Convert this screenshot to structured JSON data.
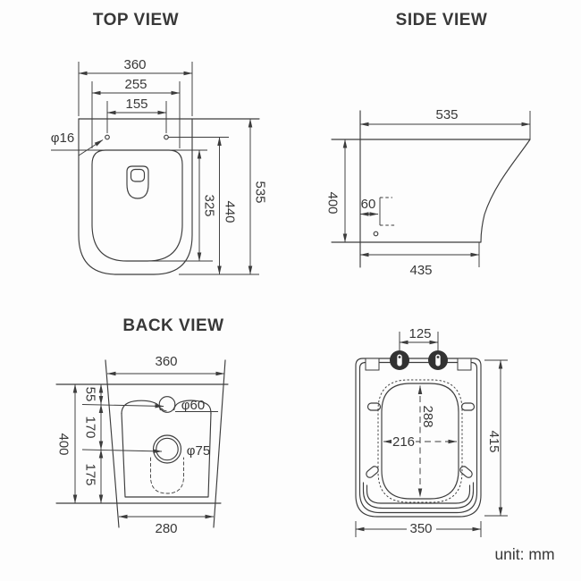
{
  "unit_label": "unit: mm",
  "top_view": {
    "title": "TOP VIEW",
    "width": "360",
    "seat_width": "255",
    "hole_spacing": "155",
    "hole_diameter": "φ16",
    "seat_depth": "325",
    "rim_depth": "440",
    "total_depth": "535"
  },
  "side_view": {
    "title": "SIDE VIEW",
    "top_depth": "535",
    "height": "400",
    "fixing_offset": "60",
    "base_depth": "435"
  },
  "back_view": {
    "title": "BACK VIEW",
    "width": "360",
    "inlet_offset": "55",
    "inlet_to_outlet": "170",
    "outlet_offset": "175",
    "height": "400",
    "inlet_diameter": "φ60",
    "outlet_diameter": "φ75",
    "base_width": "280"
  },
  "seat_view": {
    "hinge_spacing": "125",
    "opening_depth": "288",
    "opening_width": "216",
    "total_depth": "415",
    "total_width": "350"
  }
}
